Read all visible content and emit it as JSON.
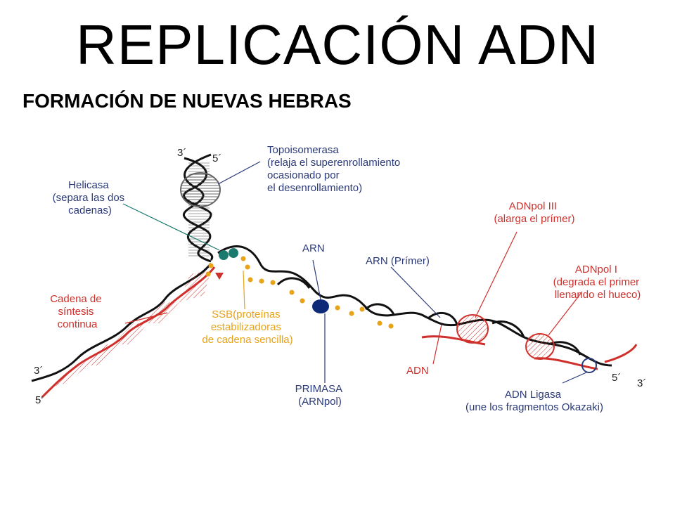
{
  "title": "REPLICACIÓN ADN",
  "subtitle": "FORMACIÓN DE NUEVAS HEBRAS",
  "labels": {
    "topo": [
      "Topoisomerasa",
      "(relaja el superenrollamiento",
      "ocasionado por",
      "el desenrollamiento)"
    ],
    "helicasa": [
      "Helicasa",
      "(separa las dos",
      "cadenas)"
    ],
    "adnpol3": [
      "ADNpol III",
      "(alarga el prímer)"
    ],
    "arn": "ARN",
    "arn_primer": "ARN (Prímer)",
    "adnpol1": [
      "ADNpol I",
      "(degrada el primer",
      "llenando el hueco)"
    ],
    "cadena": [
      "Cadena de",
      "síntesis",
      "continua"
    ],
    "ssb": [
      "SSB(proteínas",
      "estabilizadoras",
      "de cadena sencilla)"
    ],
    "adn": "ADN",
    "primasa": [
      "PRIMASA",
      "(ARNpol)"
    ],
    "ligasa": [
      "ADN Ligasa",
      "(une los fragmentos Okazaki)"
    ]
  },
  "ends": {
    "top_3": "3´",
    "top_5": "5´",
    "left_3": "3´",
    "left_5": "5'",
    "right_5": "5´",
    "right_3": "3´"
  },
  "colors": {
    "label_blue": "#2b3a7a",
    "label_red": "#d0302c",
    "strand": "#111111",
    "new_strand": "#d0302c",
    "ssb": "#e8a317",
    "helicase": "#1a7a6e",
    "primase": "#0d2a78"
  }
}
